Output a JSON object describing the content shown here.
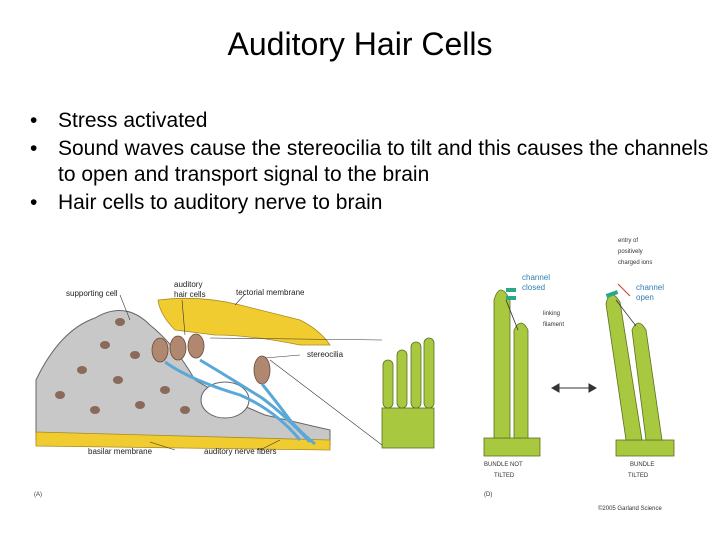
{
  "slide": {
    "title": "Auditory Hair Cells",
    "bullets": [
      "Stress activated",
      "Sound waves cause the stereocilia to tilt and this causes the channels to open and transport signal to the brain",
      "Hair cells to auditory nerve to brain"
    ]
  },
  "figure_left": {
    "labels": {
      "supporting_cell": "supporting cell",
      "auditory_hair_cells_1": "auditory",
      "auditory_hair_cells_2": "hair cells",
      "tectorial_membrane": "tectorial membrane",
      "stereocilia": "stereocilia",
      "basilar_membrane": "basilar membrane",
      "auditory_nerve_fibers": "auditory nerve fibers",
      "panel_letter": "(A)"
    }
  },
  "figure_right": {
    "labels": {
      "entry_1": "entry of",
      "entry_2": "positively",
      "entry_3": "charged ions",
      "channel_closed_1": "channel",
      "channel_closed_2": "closed",
      "channel_open_1": "channel",
      "channel_open_2": "open",
      "linking_1": "linking",
      "linking_2": "filament",
      "bundle_not_tilted_1": "BUNDLE NOT",
      "bundle_not_tilted_2": "TILTED",
      "bundle_tilted_1": "BUNDLE",
      "bundle_tilted_2": "TILTED",
      "panel_letter": "(D)",
      "credit": "©2005 Garland Science"
    }
  },
  "colors": {
    "hair_cell_green": "#a8c840",
    "tectorial_yellow": "#f0cc30",
    "nerve_blue": "#5aa8d8",
    "tissue_gray": "#c8c8c8",
    "nucleus_brown": "#8a6a5a",
    "channel_teal": "#2aa88a"
  }
}
